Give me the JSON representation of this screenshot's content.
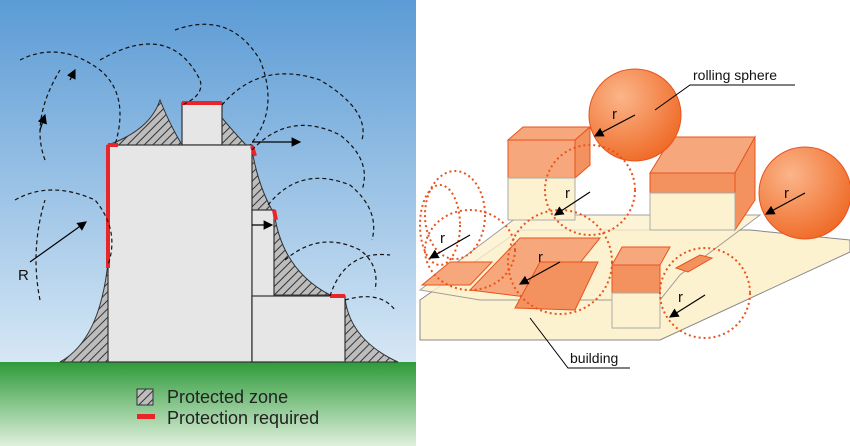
{
  "left_panel": {
    "radius_label": "R",
    "legend": {
      "protected_zone": "Protected zone",
      "protection_required": "Protection required"
    },
    "colors": {
      "sky_top": "#5b9bd5",
      "sky_bottom": "#d6e7f5",
      "ground": "#2e9a3a",
      "building": "#e6e6e6",
      "protection_required": "#e8262a"
    }
  },
  "right_panel": {
    "sphere_label": "rolling sphere",
    "building_label": "building",
    "radius_label": "r",
    "colors": {
      "building_face": "#fdf2cf",
      "building_top": "#f7a77c",
      "sphere": "#f47c3c",
      "outline": "#e8531e"
    }
  }
}
